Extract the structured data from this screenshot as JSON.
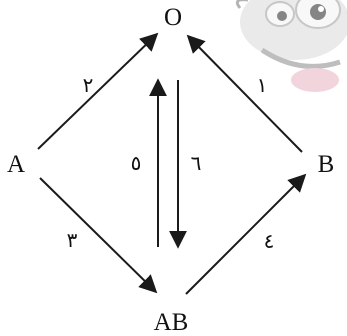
{
  "nodes": {
    "top": "O",
    "left": "A",
    "right": "B",
    "bottom": "AB"
  },
  "edge_labels": {
    "a_to_o": "٢",
    "b_to_o": "١",
    "a_to_ab": "٣",
    "ab_to_b": "٤",
    "ab_to_o": "٥",
    "o_to_ab": "٦"
  },
  "colors": {
    "ink": "#1a1a1a",
    "decoration_gray": "#c8c8c8",
    "decoration_pink": "#e8b4c0"
  },
  "decoration": {
    "icon": "cartoon-bee-icon"
  }
}
